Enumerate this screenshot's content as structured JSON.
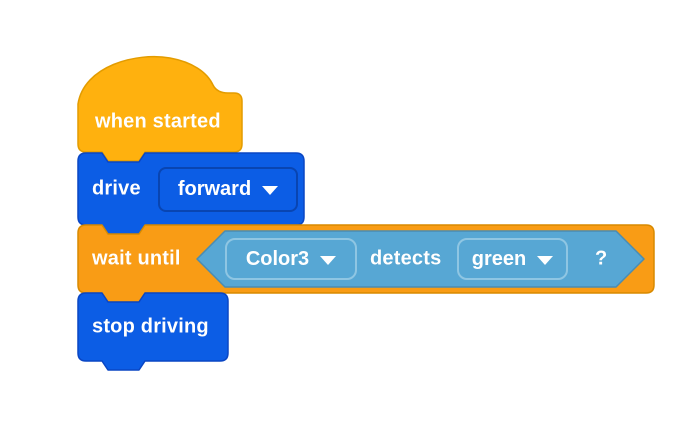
{
  "colors": {
    "canvas_bg": "#ffffff",
    "label_text": "#ffffff",
    "hat_fill": "#FFB10E",
    "hat_stroke": "#E39C00",
    "control_fill": "#F99C15",
    "control_stroke": "#D88A00",
    "drive_fill": "#0C5DE5",
    "drive_stroke": "#0A46C4",
    "drive_dropdown_border": "#0945B2",
    "bool_fill": "#57A7D4",
    "bool_stroke": "#4A8CB2",
    "bool_dropdown_border": "#8FC6E3"
  },
  "blocks": {
    "when_started": {
      "label": "when started"
    },
    "drive": {
      "label": "drive",
      "direction_dropdown": {
        "value": "forward"
      }
    },
    "wait_until": {
      "label": "wait until"
    },
    "condition": {
      "sensor_dropdown": {
        "value": "Color3"
      },
      "detects_label": "detects",
      "color_dropdown": {
        "value": "green"
      },
      "question_label": "?"
    },
    "stop_driving": {
      "label": "stop driving"
    }
  }
}
